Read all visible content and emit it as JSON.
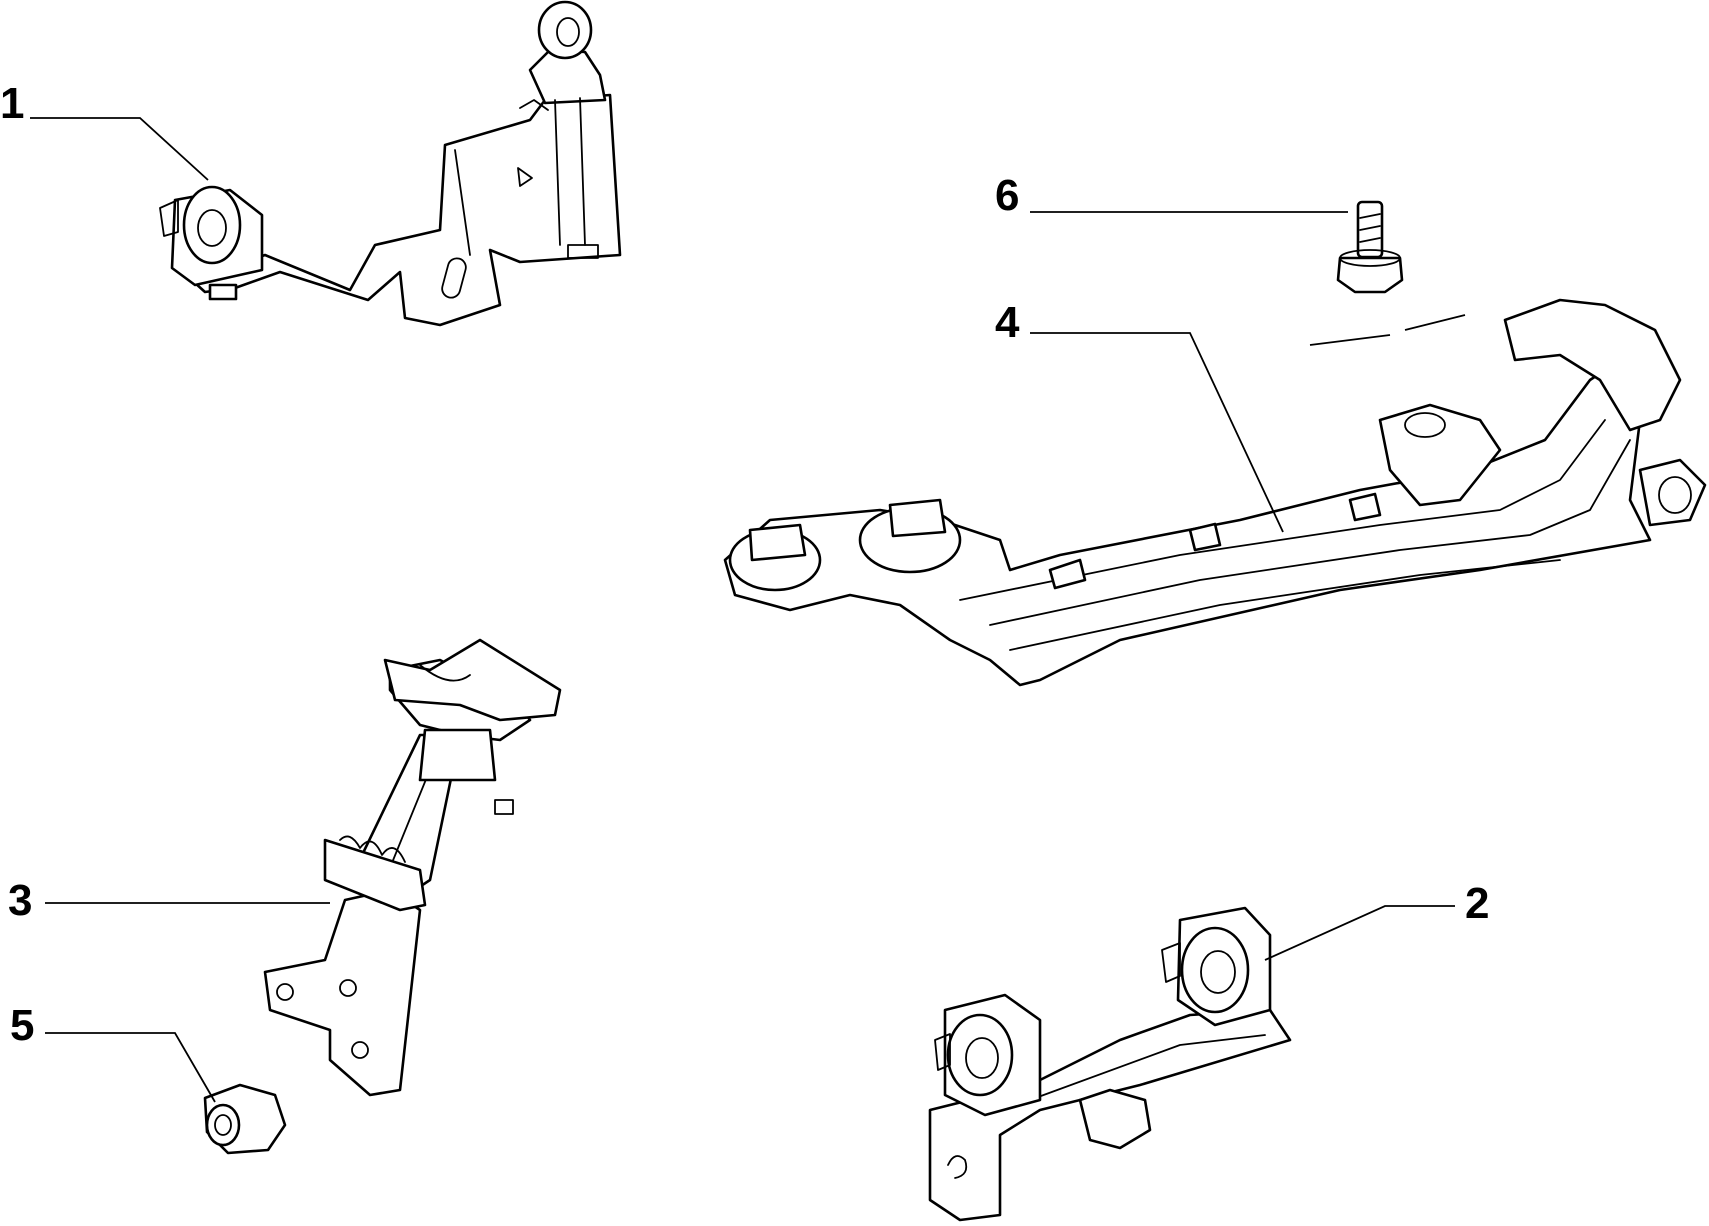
{
  "colors": {
    "line": "#000000",
    "background": "#ffffff"
  },
  "callouts": [
    {
      "id": "1",
      "label": "1"
    },
    {
      "id": "2",
      "label": "2"
    },
    {
      "id": "3",
      "label": "3"
    },
    {
      "id": "4",
      "label": "4"
    },
    {
      "id": "5",
      "label": "5"
    },
    {
      "id": "6",
      "label": "6"
    }
  ]
}
